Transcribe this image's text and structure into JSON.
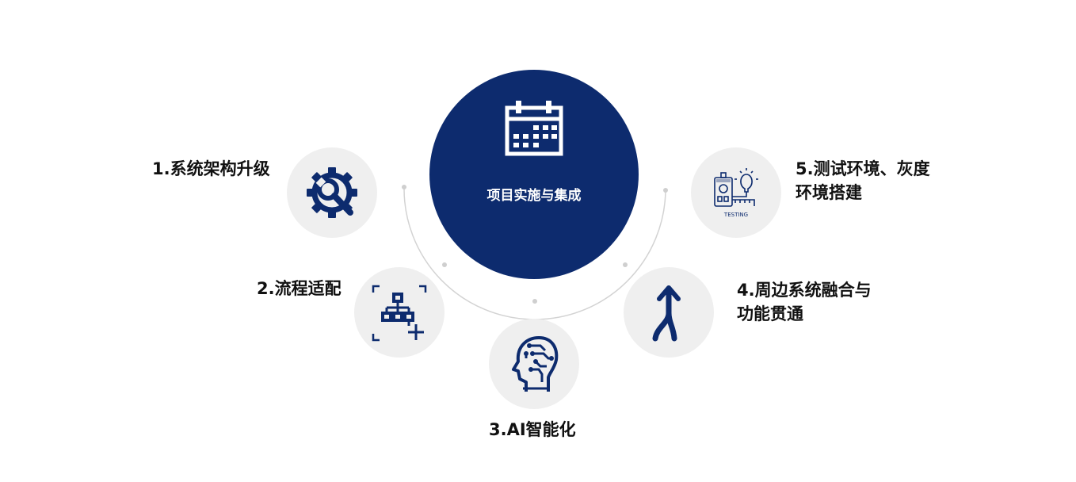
{
  "center": {
    "title": "项目实施与集成",
    "icon": "calendar-icon"
  },
  "steps": [
    {
      "label": "1.系统架构升级",
      "icon": "gear-wrench-icon"
    },
    {
      "label": "2.流程适配",
      "icon": "flowchart-icon"
    },
    {
      "label": "3.AI智能化",
      "icon": "ai-head-icon"
    },
    {
      "label_lines": [
        "4.周边系统融合与",
        "功能贯通"
      ],
      "icon": "merge-arrow-icon"
    },
    {
      "label_lines": [
        "5.测试环境、灰度",
        "环境搭建"
      ],
      "icon": "testing-icon",
      "icon_caption": "TESTING"
    }
  ],
  "colors": {
    "primary": "#0d2b6e",
    "node_bg": "#efefef",
    "arc": "#d3d3d3",
    "text": "#111111"
  }
}
